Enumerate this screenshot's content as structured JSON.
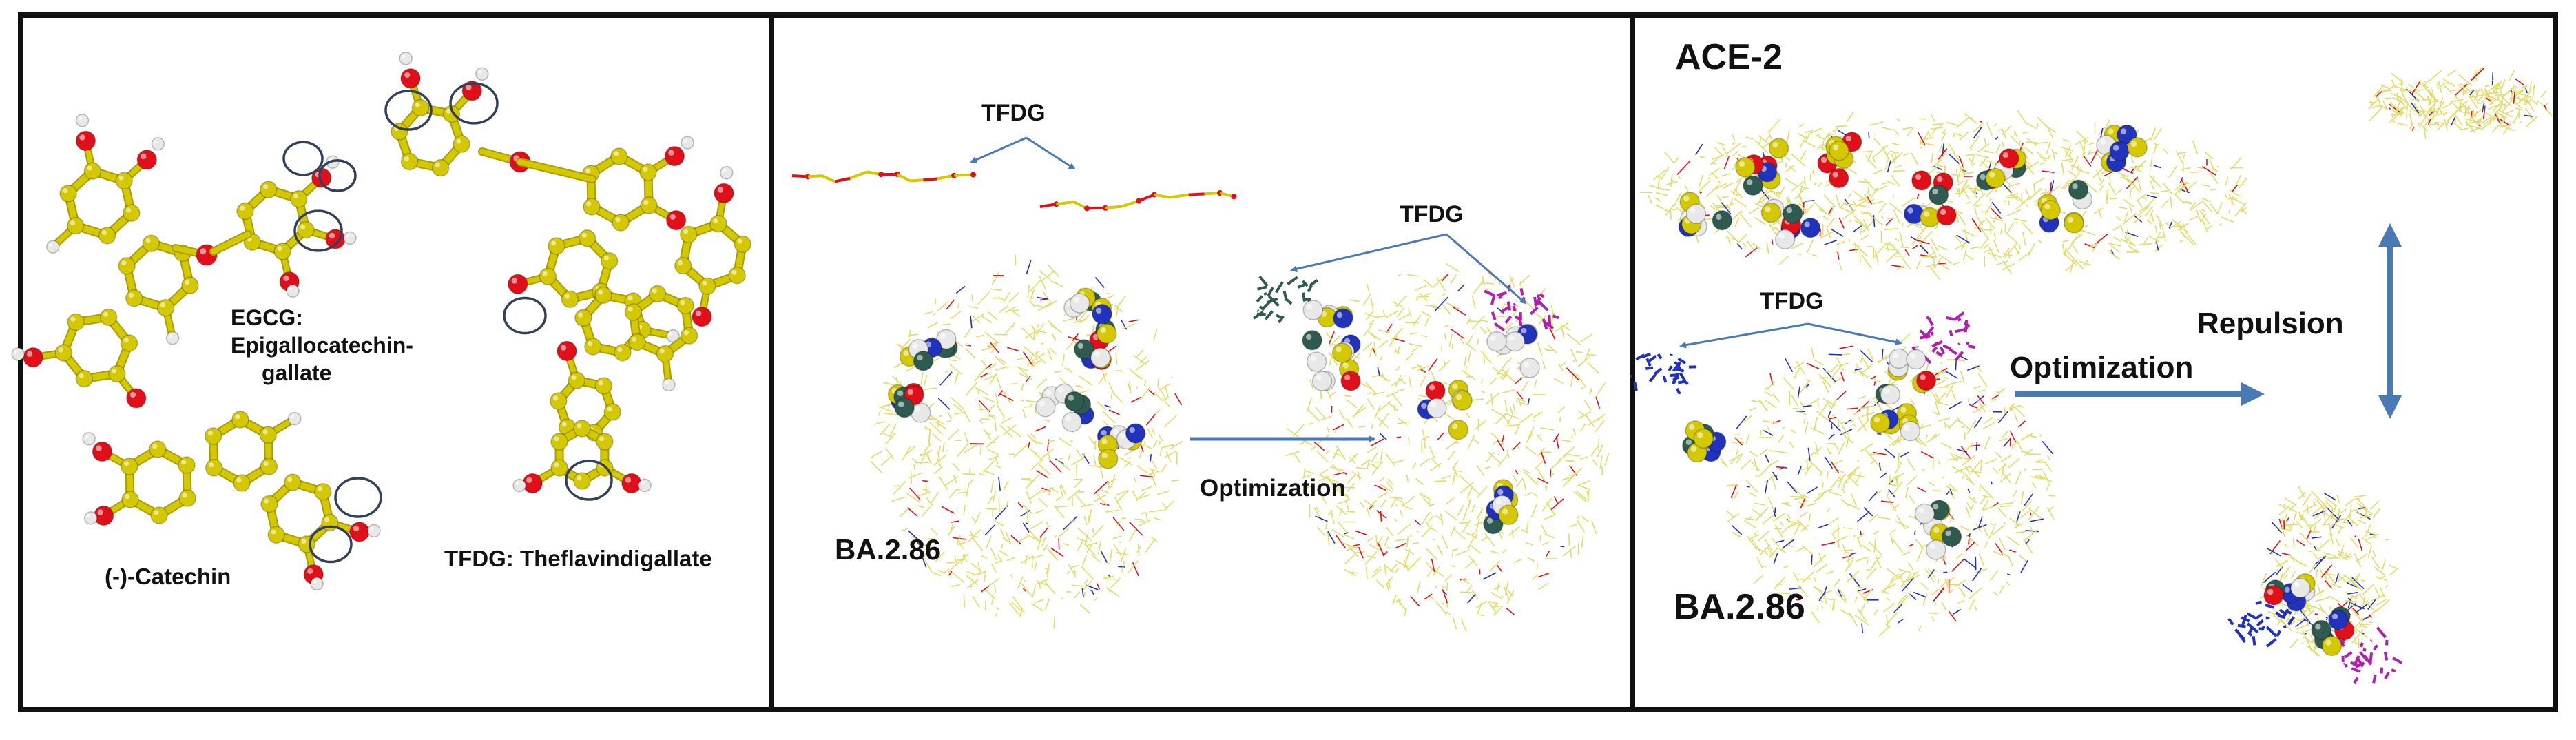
{
  "panel_left": {
    "egcg_line1": "EGCG:",
    "egcg_line2": "Epigallocatechin-",
    "egcg_line3": "gallate",
    "catechin": "(-)-Catechin",
    "tfdg_full": "TFDG: Theflavindigallate"
  },
  "panel_middle": {
    "tfdg_top": "TFDG",
    "tfdg_right": "TFDG",
    "variant": "BA.2.86",
    "optimization": "Optimization"
  },
  "panel_right": {
    "receptor": "ACE-2",
    "tfdg": "TFDG",
    "variant": "BA.2.86",
    "optimization": "Optimization",
    "repulsion": "Repulsion"
  },
  "colors": {
    "carbon": "#d4c800",
    "oxygen": "#e0101a",
    "hydrogen": "#e8e8e8",
    "nitrogen": "#2233bb",
    "ligand_dark": "#2e5a50",
    "ligand_magenta": "#b020b0",
    "ligand_blue": "#2030c0",
    "arrow": "#4a7ab5",
    "border": "#111111",
    "wire": "#e2dc6a"
  },
  "icons": {
    "atom_highlight": "circle-outline-icon",
    "flow_arrow": "right-arrow-icon",
    "double_arrow": "up-down-arrow-icon"
  }
}
